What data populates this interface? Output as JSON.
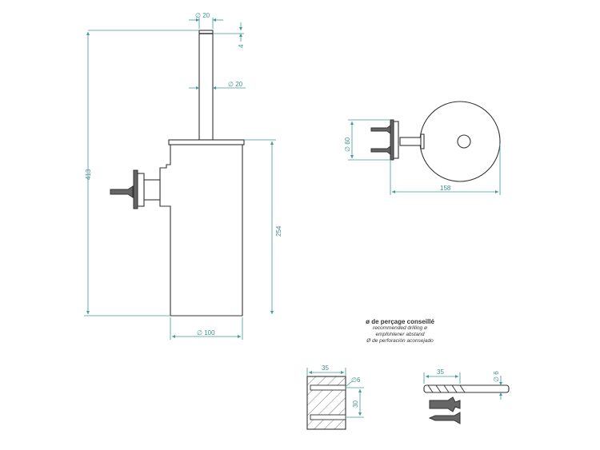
{
  "front_view": {
    "total_height": "413",
    "top_diameter": "∅ 20",
    "cap_height": "4",
    "stem_diameter": "∅ 20",
    "container_height": "254",
    "container_diameter": "∅ 100"
  },
  "top_view": {
    "rosette_diameter": "∅ 60",
    "depth": "158"
  },
  "drilling_note": {
    "title": "ø de perçage conseillé",
    "line_en": "recommended drilling ø",
    "line_de": "empfohlener abstand",
    "line_es": "Ø de perforación aconsejado"
  },
  "wall_section": {
    "depth": "35",
    "hole_diameter": "∅6",
    "spacing": "30"
  },
  "drill": {
    "depth": "35",
    "diameter": "∅ 6"
  },
  "colors": {
    "dimension": "#3f9a98",
    "outline": "#333333"
  }
}
